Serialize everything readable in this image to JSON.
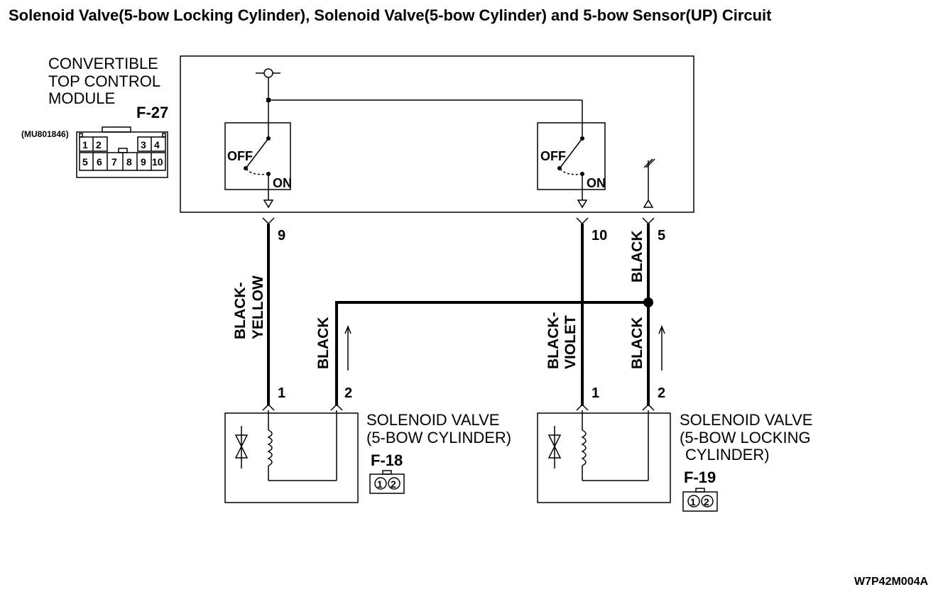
{
  "title": "Solenoid Valve(5-bow Locking Cylinder), Solenoid Valve(5-bow Cylinder) and 5-bow Sensor(UP) Circuit",
  "module": {
    "name_line1": "CONVERTIBLE",
    "name_line2": "TOP CONTROL",
    "name_line3": "MODULE",
    "connector_id": "F-27",
    "part_number": "(MU801846)",
    "pins_top": [
      "1",
      "2",
      "3",
      "4"
    ],
    "pins_bottom": [
      "5",
      "6",
      "7",
      "8",
      "9",
      "10"
    ]
  },
  "switches": {
    "off_label": "OFF",
    "on_label": "ON"
  },
  "terminals": {
    "t9": "9",
    "t10": "10",
    "t5": "5",
    "left_valve_pin1": "1",
    "left_valve_pin2": "2",
    "right_valve_pin1": "1",
    "right_valve_pin2": "2"
  },
  "wires": {
    "black_yellow_1": "BLACK-",
    "black_yellow_2": "YELLOW",
    "black_left": "BLACK",
    "black_violet_1": "BLACK-",
    "black_violet_2": "VIOLET",
    "black_right_lower": "BLACK",
    "black_right_upper": "BLACK"
  },
  "valve_left": {
    "line1": "SOLENOID VALVE",
    "line2": "(5-BOW CYLINDER)",
    "connector_id": "F-18",
    "pins": [
      "1",
      "2"
    ]
  },
  "valve_right": {
    "line1": "SOLENOID VALVE",
    "line2": "(5-BOW LOCKING",
    "line3": "CYLINDER)",
    "connector_id": "F-19",
    "pins": [
      "1",
      "2"
    ]
  },
  "figure_code": "W7P42M004A"
}
